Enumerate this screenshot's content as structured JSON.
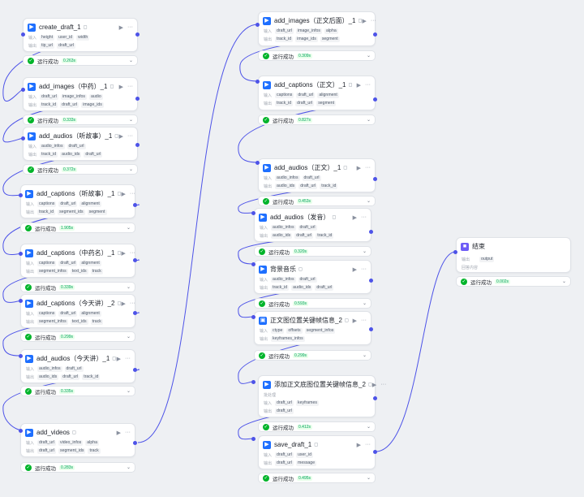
{
  "labels": {
    "in": "输入",
    "out": "输出",
    "batch": "批处理",
    "end_in": "输出",
    "end_text": "回答内容"
  },
  "result_label": "运行成功",
  "icons": {
    "play": "play-icon",
    "comment": "comment-icon",
    "more": "more-icon",
    "success": "check-circle-icon",
    "chevron": "chevron-down-icon"
  },
  "colors": {
    "accent": "#4d53e8",
    "success": "#00b42a",
    "plugin": "#1e6fff",
    "end": "#6d5cf6"
  },
  "nodes": [
    {
      "id": "n1",
      "title": "create_draft_1",
      "in": [
        "height",
        "user_id",
        "width"
      ],
      "out": [
        "tip_url",
        "draft_url"
      ],
      "time": "0.263s"
    },
    {
      "id": "n2",
      "title": "add_images（中药）_1",
      "in": [
        "draft_url",
        "image_infos",
        "audio"
      ],
      "out": [
        "track_id",
        "draft_url",
        "image_ids"
      ],
      "time": "0.333s"
    },
    {
      "id": "n3",
      "title": "add_audios（听故事）_1",
      "in": [
        "audio_infos",
        "draft_url"
      ],
      "out": [
        "track_id",
        "audio_ids",
        "draft_url"
      ],
      "time": "0.372s"
    },
    {
      "id": "n4",
      "title": "add_captions（听故事）_1",
      "in": [
        "captions",
        "draft_url",
        "alignment"
      ],
      "out": [
        "track_id",
        "segment_ids",
        "segment"
      ],
      "time": "1.905s"
    },
    {
      "id": "n5",
      "title": "add_captions（中药名）_1",
      "in": [
        "captions",
        "draft_url",
        "alignment"
      ],
      "out": [
        "segment_infos",
        "text_ids",
        "track"
      ],
      "time": "0.339s"
    },
    {
      "id": "n6",
      "title": "add_captions（今天讲）_2",
      "in": [
        "captions",
        "draft_url",
        "alignment"
      ],
      "out": [
        "segment_infos",
        "text_ids",
        "track"
      ],
      "time": "0.299s"
    },
    {
      "id": "n7",
      "title": "add_audios（今天讲）_1",
      "in": [
        "audio_infos",
        "draft_url"
      ],
      "out": [
        "audio_ids",
        "draft_url",
        "track_id"
      ],
      "time": "0.335s"
    },
    {
      "id": "n8",
      "title": "add_videos",
      "in": [
        "draft_url",
        "video_infos",
        "alpha"
      ],
      "out": [
        "draft_url",
        "segment_ids",
        "track"
      ],
      "time": "0.283s"
    },
    {
      "id": "n9",
      "title": "add_images（正文后面）_1",
      "in": [
        "draft_url",
        "image_infos",
        "alpha"
      ],
      "out": [
        "track_id",
        "image_ids",
        "segment"
      ],
      "time": "0.309s"
    },
    {
      "id": "n10",
      "title": "add_captions（正文）_1",
      "in": [
        "captions",
        "draft_url",
        "alignment"
      ],
      "out": [
        "track_id",
        "draft_url",
        "segment"
      ],
      "time": "0.827s"
    },
    {
      "id": "n11",
      "title": "add_audios（正文）_1",
      "in": [
        "audio_infos",
        "draft_url"
      ],
      "out": [
        "audio_ids",
        "draft_url",
        "track_id"
      ],
      "time": "0.453s"
    },
    {
      "id": "n12",
      "title": "add_audios（发音）",
      "in": [
        "audio_infos",
        "draft_url"
      ],
      "out": [
        "audio_ids",
        "draft_url",
        "track_id"
      ],
      "time": "0.320s"
    },
    {
      "id": "n13",
      "title": "背景音乐",
      "in": [
        "audio_infos",
        "draft_url"
      ],
      "out": [
        "track_id",
        "audio_ids",
        "draft_url"
      ],
      "time": "0.593s"
    },
    {
      "id": "n14",
      "title": "正文图位置关键帧信息_2",
      "in": [
        "ctype",
        "offsets",
        "segment_infos"
      ],
      "out": [
        "keyframes_infos"
      ],
      "time": "0.299s"
    },
    {
      "id": "n15",
      "title": "添加正文底图位置关键帧信息_2",
      "in": [
        "draft_url",
        "keyframes"
      ],
      "out": [
        "draft_url"
      ],
      "time": "0.412s"
    },
    {
      "id": "n16",
      "title": "save_draft_1",
      "in": [
        "draft_url",
        "user_id"
      ],
      "out": [
        "draft_url",
        "message"
      ],
      "time": "0.495s"
    },
    {
      "id": "n17",
      "title": "结束",
      "in": [
        "output"
      ],
      "out": [],
      "time": "0.002s"
    }
  ]
}
